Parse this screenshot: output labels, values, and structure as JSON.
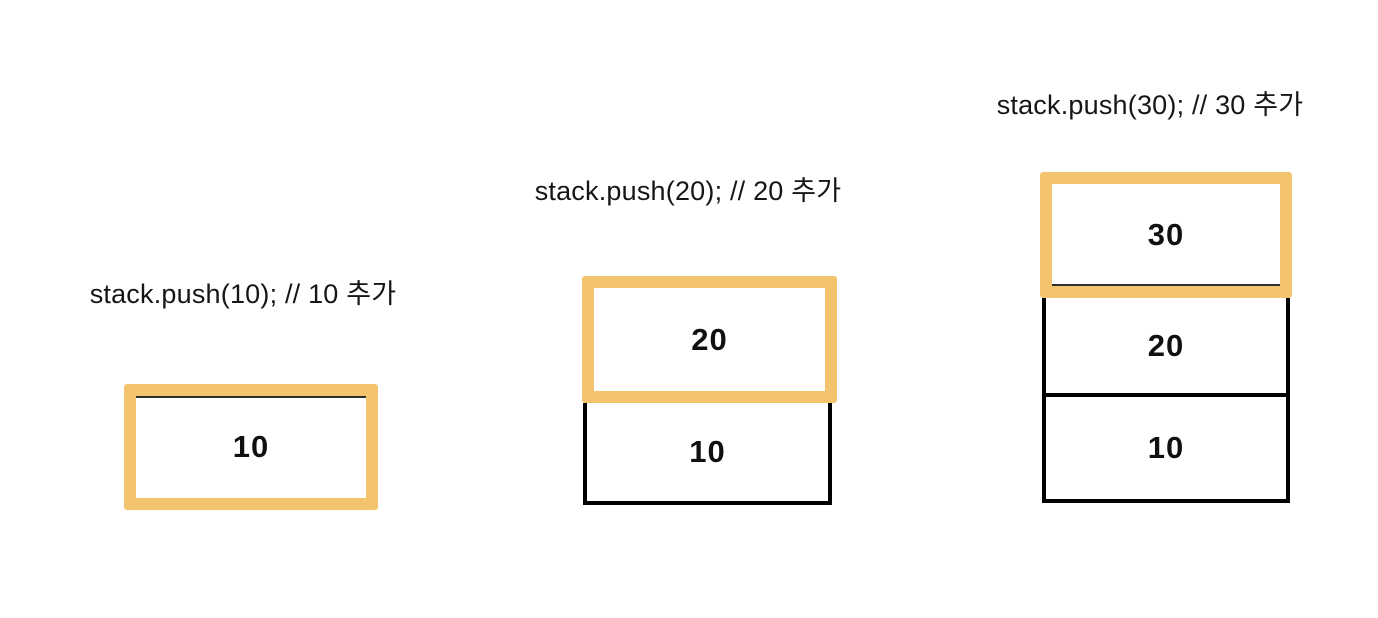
{
  "diagram": {
    "colors": {
      "background": "#ffffff",
      "highlight_border": "#f4c36d",
      "cell_border": "#000000",
      "label_text": "#161616",
      "value_text": "#101010"
    },
    "stages": [
      {
        "label": "stack.push(10); // 10 추가",
        "cells": [
          {
            "value": "10",
            "highlighted": true
          }
        ]
      },
      {
        "label": "stack.push(20); // 20 추가",
        "cells": [
          {
            "value": "20",
            "highlighted": true
          },
          {
            "value": "10",
            "highlighted": false
          }
        ]
      },
      {
        "label": "stack.push(30); // 30 추가",
        "cells": [
          {
            "value": "30",
            "highlighted": true
          },
          {
            "value": "20",
            "highlighted": false
          },
          {
            "value": "10",
            "highlighted": false
          }
        ]
      }
    ]
  }
}
